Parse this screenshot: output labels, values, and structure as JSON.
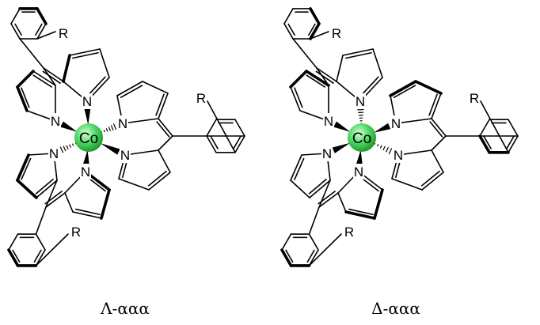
{
  "molecules": [
    {
      "id": "lambda",
      "metal": "Co",
      "nitrogen": "N",
      "substituent": "R",
      "caption": "Λ-ααα"
    },
    {
      "id": "delta",
      "metal": "Co",
      "nitrogen": "N",
      "substituent": "R",
      "caption": "Δ-ααα"
    }
  ],
  "colors": {
    "metal_fill": "#4cd964",
    "bond": "#000000"
  }
}
